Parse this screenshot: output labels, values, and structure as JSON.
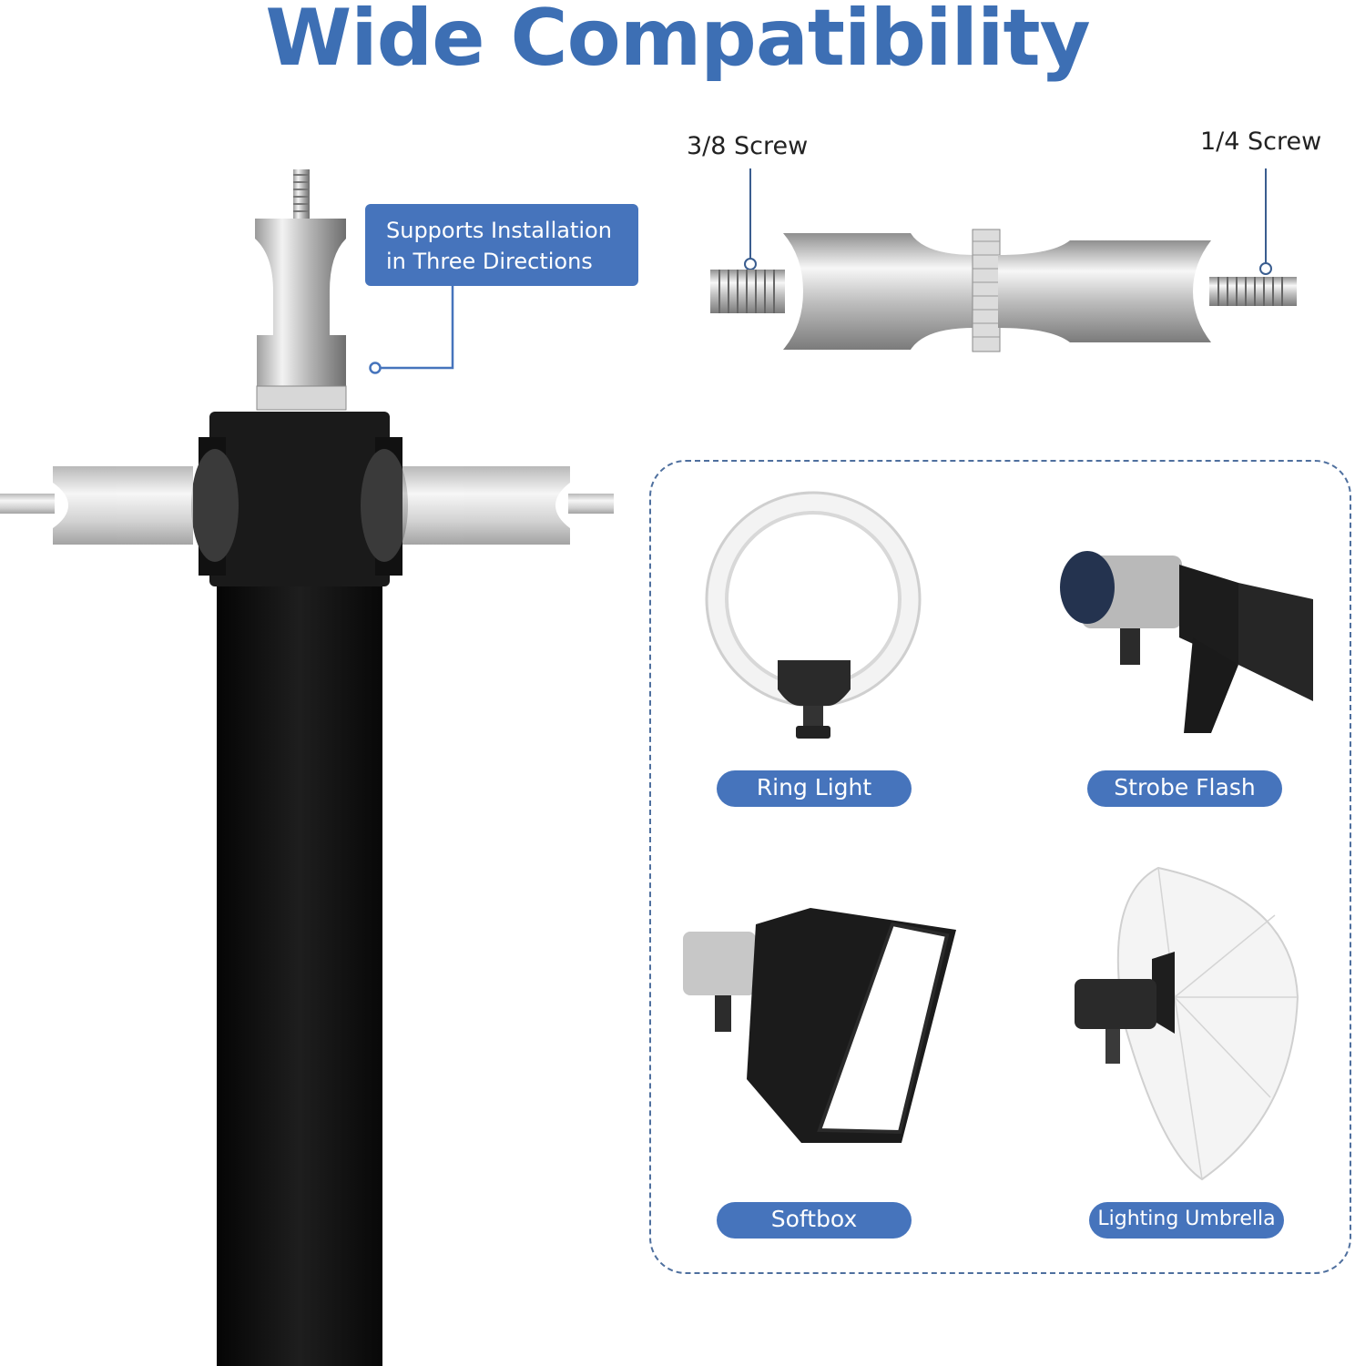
{
  "title": "Wide Compatibility",
  "callout": {
    "line1": "Supports Installation",
    "line2": "in Three Directions"
  },
  "adapter": {
    "left_label": "3/8 Screw",
    "right_label": "1/4 Screw"
  },
  "items": [
    {
      "label": "Ring Light"
    },
    {
      "label": "Strobe Flash"
    },
    {
      "label": "Softbox"
    },
    {
      "label": "Lighting Umbrella"
    }
  ],
  "colors": {
    "accent": "#4674bc",
    "title": "#3d6fb4",
    "pole": "#141414"
  }
}
